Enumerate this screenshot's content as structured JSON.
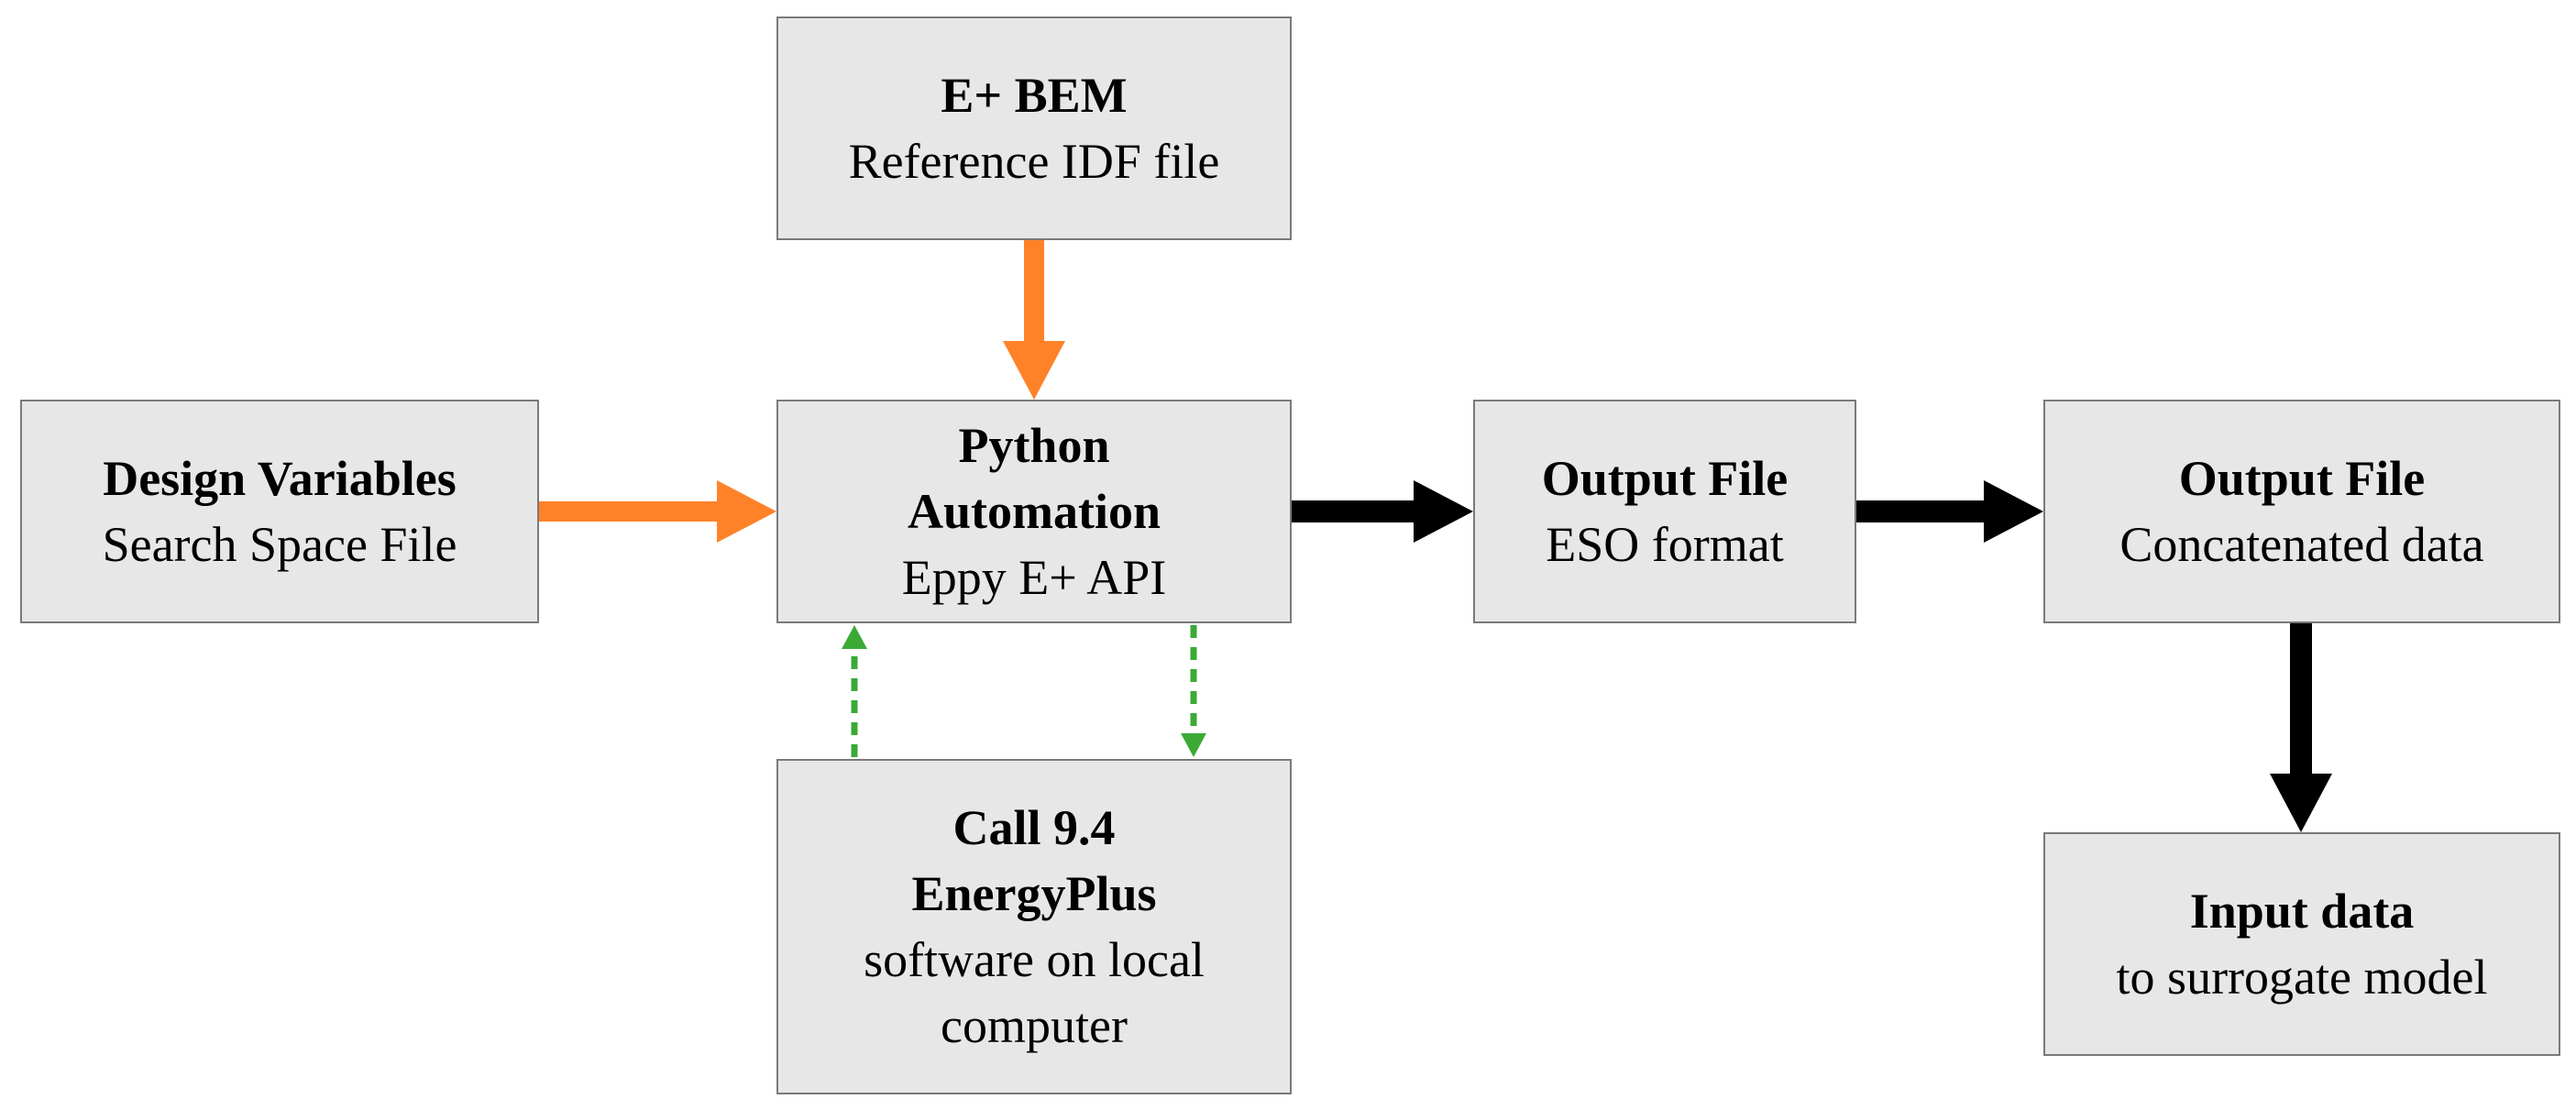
{
  "colors": {
    "box_fill": "#e7e7e7",
    "box_border": "#7a7a7a",
    "orange_arrow": "#ff8229",
    "black_arrow": "#000000",
    "green_dotted_arrow": "#3aaa35"
  },
  "boxes": {
    "ebem": {
      "title": "E+ BEM",
      "sub": "Reference IDF file"
    },
    "design": {
      "title": "Design Variables",
      "sub": "Search Space File"
    },
    "python": {
      "title1": "Python",
      "title2": "Automation",
      "sub": "Eppy E+ API"
    },
    "eplus": {
      "title1": "Call 9.4",
      "title2": "EnergyPlus",
      "sub1": "software on local",
      "sub2": "computer"
    },
    "eso": {
      "title": "Output File",
      "sub": "ESO format"
    },
    "concat": {
      "title": "Output File",
      "sub": "Concatenated data"
    },
    "input": {
      "title": "Input data",
      "sub": "to surrogate model"
    }
  }
}
